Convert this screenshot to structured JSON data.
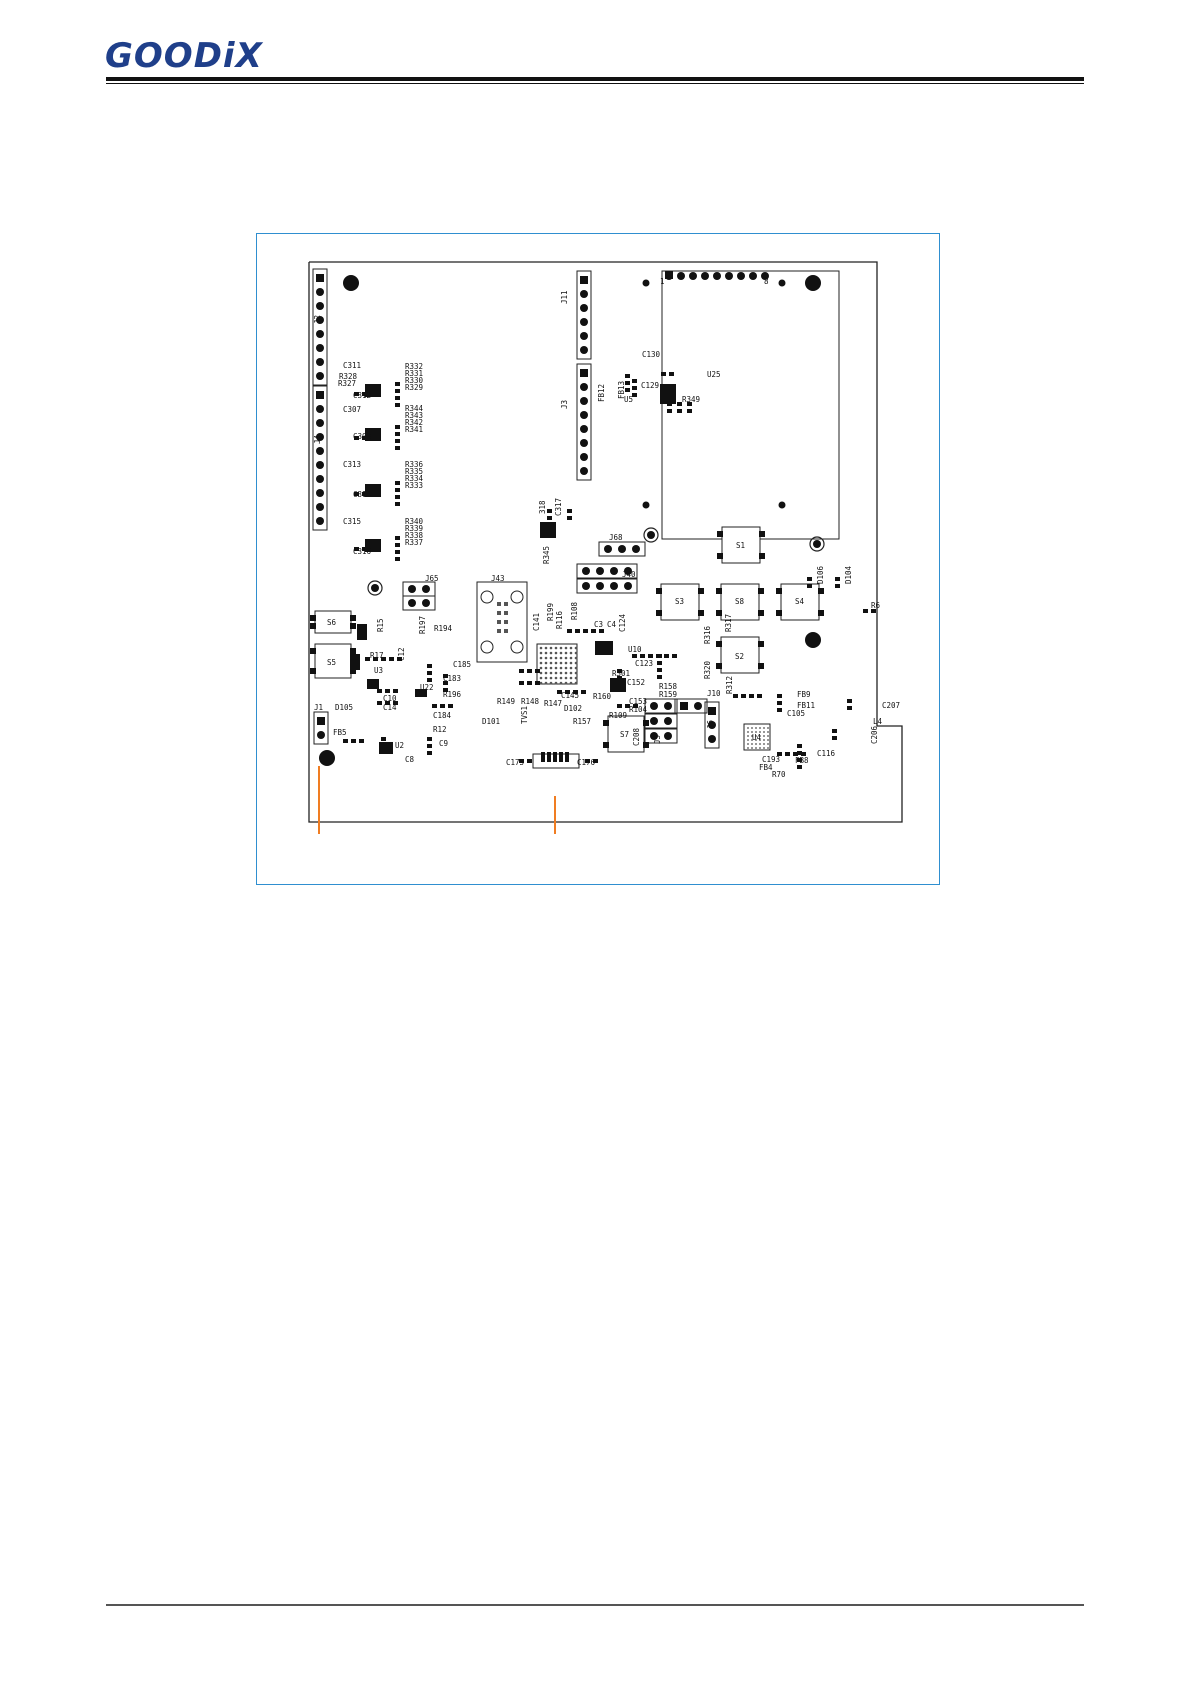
{
  "header": {
    "logo_text": "GOODiX"
  },
  "colors": {
    "brand": "#1f3f8a",
    "frame": "#2f8fd0",
    "callout": "#f07d22"
  },
  "pcb_labels": [
    {
      "t": "J2"
    },
    {
      "t": "J4"
    },
    {
      "t": "J11"
    },
    {
      "t": "J3"
    },
    {
      "t": "U25"
    },
    {
      "t": "1"
    },
    {
      "t": "8"
    },
    {
      "t": "C130"
    },
    {
      "t": "C129"
    },
    {
      "t": "U5"
    },
    {
      "t": "R349"
    },
    {
      "t": "FB12"
    },
    {
      "t": "FB13"
    },
    {
      "t": "C311"
    },
    {
      "t": "R328"
    },
    {
      "t": "R327"
    },
    {
      "t": "C312"
    },
    {
      "t": "R332"
    },
    {
      "t": "R331"
    },
    {
      "t": "R330"
    },
    {
      "t": "R329"
    },
    {
      "t": "C307"
    },
    {
      "t": "C308"
    },
    {
      "t": "R344"
    },
    {
      "t": "R343"
    },
    {
      "t": "R342"
    },
    {
      "t": "R341"
    },
    {
      "t": "C313"
    },
    {
      "t": "C314"
    },
    {
      "t": "R336"
    },
    {
      "t": "R335"
    },
    {
      "t": "R334"
    },
    {
      "t": "R333"
    },
    {
      "t": "C315"
    },
    {
      "t": "C316"
    },
    {
      "t": "R340"
    },
    {
      "t": "R339"
    },
    {
      "t": "R338"
    },
    {
      "t": "R337"
    },
    {
      "t": "318"
    },
    {
      "t": "C317"
    },
    {
      "t": "R345"
    },
    {
      "t": "J68"
    },
    {
      "t": "J40"
    },
    {
      "t": "J65"
    },
    {
      "t": "J43"
    },
    {
      "t": "S1"
    },
    {
      "t": "S3"
    },
    {
      "t": "S8"
    },
    {
      "t": "S4"
    },
    {
      "t": "S2"
    },
    {
      "t": "S6"
    },
    {
      "t": "S5"
    },
    {
      "t": "S7"
    },
    {
      "t": "D106"
    },
    {
      "t": "D104"
    },
    {
      "t": "R6"
    },
    {
      "t": "R316"
    },
    {
      "t": "R317"
    },
    {
      "t": "R320"
    },
    {
      "t": "R312"
    },
    {
      "t": "FB9"
    },
    {
      "t": "FB11"
    },
    {
      "t": "C105"
    },
    {
      "t": "C207"
    },
    {
      "t": "L4"
    },
    {
      "t": "C206"
    },
    {
      "t": "U4"
    },
    {
      "t": "J6"
    },
    {
      "t": "J10"
    },
    {
      "t": "J5"
    },
    {
      "t": "C193"
    },
    {
      "t": "FB4"
    },
    {
      "t": "FB8"
    },
    {
      "t": "R70"
    },
    {
      "t": "C116"
    },
    {
      "t": "J1"
    },
    {
      "t": "D105"
    },
    {
      "t": "FB5"
    },
    {
      "t": "U3"
    },
    {
      "t": "U2"
    },
    {
      "t": "C8"
    },
    {
      "t": "R12"
    },
    {
      "t": "C9"
    },
    {
      "t": "U22"
    },
    {
      "t": "R196"
    },
    {
      "t": "C183"
    },
    {
      "t": "C184"
    },
    {
      "t": "R194"
    },
    {
      "t": "R197"
    },
    {
      "t": "C185"
    },
    {
      "t": "R17"
    },
    {
      "t": "R15"
    },
    {
      "t": "C12"
    },
    {
      "t": "C10"
    },
    {
      "t": "C14"
    },
    {
      "t": "C141"
    },
    {
      "t": "R199"
    },
    {
      "t": "R116"
    },
    {
      "t": "R108"
    },
    {
      "t": "C3"
    },
    {
      "t": "C4"
    },
    {
      "t": "C124"
    },
    {
      "t": "U10"
    },
    {
      "t": "C123"
    },
    {
      "t": "R301"
    },
    {
      "t": "C152"
    },
    {
      "t": "C153"
    },
    {
      "t": "R158"
    },
    {
      "t": "R159"
    },
    {
      "t": "R160"
    },
    {
      "t": "C145"
    },
    {
      "t": "R148"
    },
    {
      "t": "R147"
    },
    {
      "t": "R149"
    },
    {
      "t": "TVS1"
    },
    {
      "t": "D101"
    },
    {
      "t": "D102"
    },
    {
      "t": "R157"
    },
    {
      "t": "R109"
    },
    {
      "t": "R104"
    },
    {
      "t": "C175"
    },
    {
      "t": "C176"
    },
    {
      "t": "C208"
    }
  ]
}
